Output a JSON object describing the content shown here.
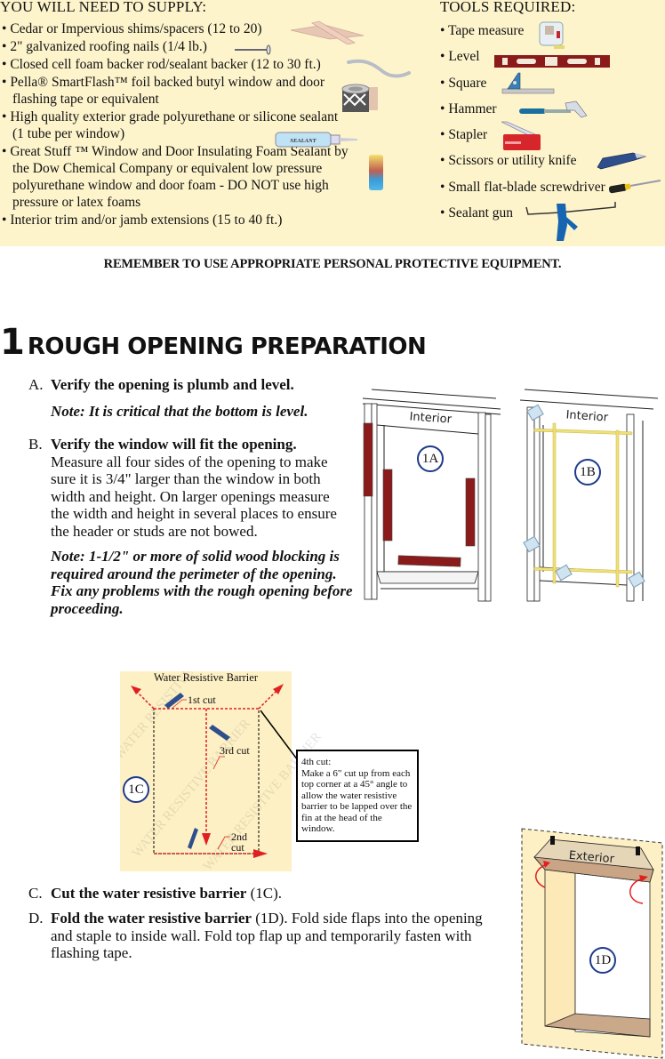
{
  "supply": {
    "heading": "YOU WILL NEED TO SUPPLY:",
    "items": [
      "Cedar or Impervious shims/spacers (12 to 20)",
      "2\" galvanized roofing nails (1/4 lb.)",
      "Closed cell foam backer rod/sealant backer (12 to 30 ft.)",
      "Pella® SmartFlash™ foil backed butyl window and door flashing tape or equivalent",
      "High quality exterior grade polyurethane or silicone sealant (1 tube per window)",
      "Great Stuff ™ Window and Door Insulating Foam Sealant by the Dow Chemical Company or equivalent low pressure polyurethane window and door foam - DO NOT use high pressure or latex foams",
      "Interior trim and/or jamb extensions (15 to 40 ft.)"
    ],
    "sealant_tube_label": "SEALANT"
  },
  "tools": {
    "heading": "TOOLS REQUIRED:",
    "items": [
      "Tape measure",
      "Level",
      "Square",
      "Hammer",
      "Stapler",
      "Scissors or utility knife",
      "Small flat-blade screwdriver",
      "Sealant gun"
    ]
  },
  "remember": "REMEMBER TO USE APPROPRIATE PERSONAL PROTECTIVE EQUIPMENT.",
  "section": {
    "number": "1",
    "title": "ROUGH OPENING PREPARATION"
  },
  "steps": {
    "a": {
      "letter": "A.",
      "title": "Verify the opening is plumb and level.",
      "note": "Note: It is critical that the bottom is level."
    },
    "b": {
      "letter": "B.",
      "title": "Verify the window will fit the opening.",
      "text": "Measure all four sides of the opening to make sure it is 3/4\" larger than the window in both width and height. On larger openings measure the width and height in several places to ensure the header or studs are not bowed.",
      "note": "Note: 1-1/2\" or more of solid wood blocking is required around the perimeter of the opening. Fix any problems with the rough opening before proceeding."
    },
    "c": {
      "letter": "C.",
      "title": "Cut the water resistive barrier",
      "ref": " (1C)."
    },
    "d": {
      "letter": "D.",
      "title": "Fold the water resistive barrier",
      "text": " (1D). Fold side flaps into the opening and staple to inside wall. Fold top flap up and temporarily fasten with flashing tape."
    }
  },
  "figures": {
    "fig1a": {
      "label": "1A",
      "caption": "Interior"
    },
    "fig1b": {
      "label": "1B",
      "caption": "Interior"
    },
    "fig1c": {
      "label": "1C",
      "title": "Water Resistive Barrier",
      "watermark": "WATER RESISTIVE BARRIER",
      "cut1": "1st cut",
      "cut2a": "2nd",
      "cut2b": "cut",
      "cut3": "3rd cut",
      "callout_title": "4th cut:",
      "callout_text": "Make a 6\" cut up from each top corner at a 45° angle to allow the water resistive barrier to be lapped over the fin at the head of the window."
    },
    "fig1d": {
      "label": "1D",
      "caption": "Exterior"
    }
  },
  "colors": {
    "panel_bg": "#fef4cc",
    "figure_bg": "#fdf0c4",
    "level_red": "#8b1a1a",
    "tool_blue": "#1565b0",
    "cut_red": "#e02020",
    "label_circle": "#1e3a8a"
  }
}
